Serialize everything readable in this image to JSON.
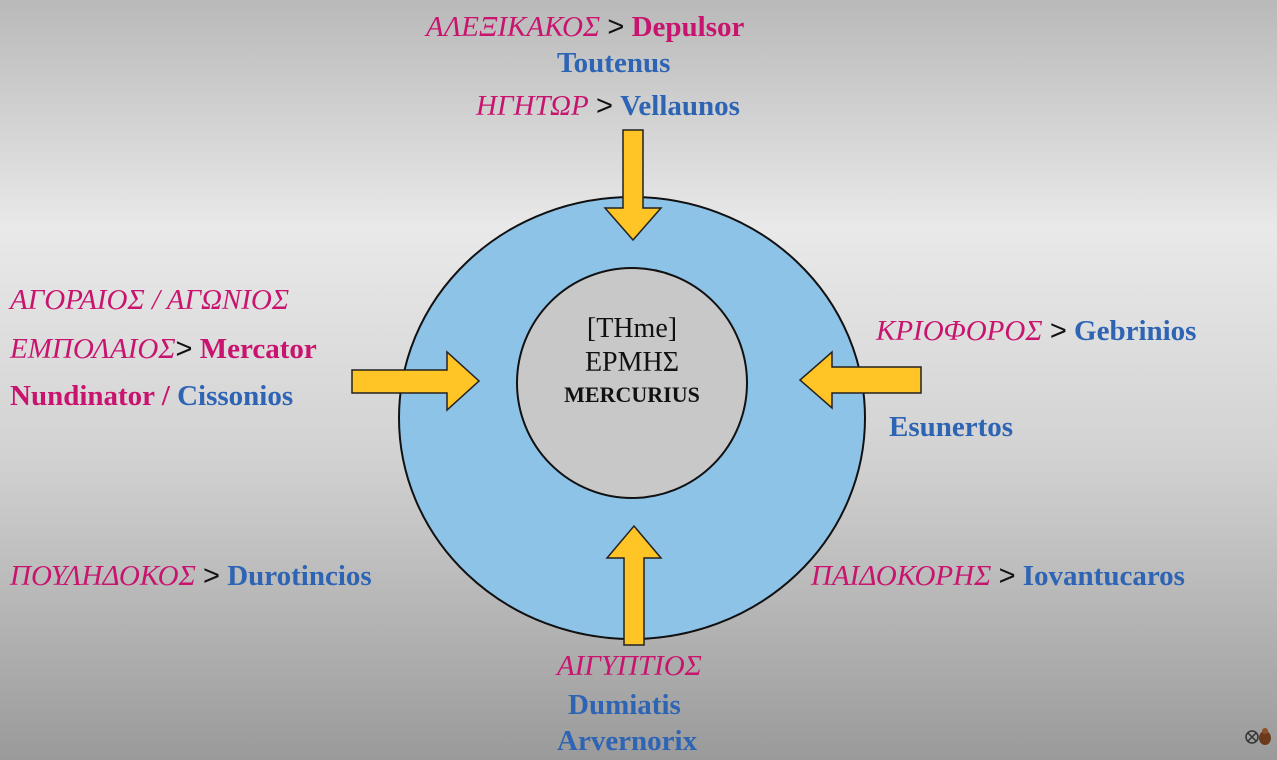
{
  "colors": {
    "ring_fill": "#8ec3e8",
    "center_fill": "#c8c8c8",
    "arrow_fill": "#ffc425",
    "greek": "#c8146e",
    "latin_magenta": "#c8146e",
    "latin_blue": "#2e64b4"
  },
  "center": {
    "top": "[THme]",
    "greek": "ΕΡΜΗΣ",
    "latin": "MERCURIUS"
  },
  "top": {
    "line1_greek": "ΑΛΕΞΙΚΑΚΟΣ",
    "line1_sep": ">",
    "line1_latin": "Depulsor",
    "line2_latin": "Toutenus",
    "line3_greek": "ΗΓΗΤΩΡ",
    "line3_sep": ">",
    "line3_latin": "Vellaunos"
  },
  "left": {
    "line1_greek": "ΑΓΟΡΑΙΟΣ / ΑΓΩΝΙΟΣ",
    "line2_greek": "ΕΜΠΟΛΑΙΟΣ",
    "line2_sep": ">",
    "line2_latin": "Mercator",
    "line3_latin_a": "Nundinator /",
    "line3_latin_b": "Cissonios"
  },
  "right": {
    "line1_greek": "ΚΡΙΟΦΟΡΟΣ",
    "line1_sep": ">",
    "line1_latin": "Gebrinios",
    "line2_latin": "Esunertos"
  },
  "bottom_left": {
    "greek": "ΠΟΥΛΗΔΟΚΟΣ",
    "sep": ">",
    "latin": "Durotincios"
  },
  "bottom_right": {
    "greek": "ΠΑΙΔΟΚΟΡΗΣ",
    "sep": ">",
    "latin": "Iovantucaros"
  },
  "bottom": {
    "greek": "ΑΙΓΥΠΤΙΟΣ",
    "latin1": "Dumiatis",
    "latin2": "Arvernorix"
  }
}
